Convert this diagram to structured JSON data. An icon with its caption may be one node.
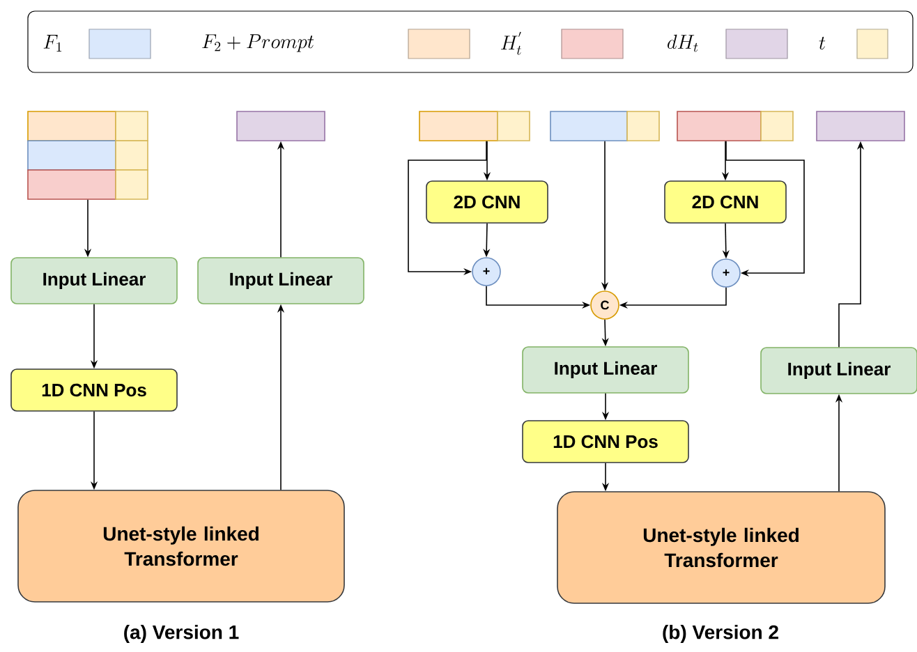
{
  "diagram": {
    "nodes": [
      {
        "text": [],
        "shape": "bar"
      },
      {
        "text": [],
        "shape": "bar"
      },
      {
        "text": [
          "Input Linear"
        ]
      },
      {
        "text": [
          "Input Linear"
        ]
      },
      {
        "text": [
          "1D CNN Pos"
        ]
      },
      {
        "text": [
          "Unet-style linked Transformer"
        ]
      },
      {
        "text": [],
        "shape": "bar"
      },
      {
        "text": [],
        "shape": "bar"
      },
      {
        "text": [],
        "shape": "bar"
      },
      {
        "text": [],
        "shape": "bar"
      },
      {
        "text": [
          "2D CNN"
        ]
      },
      {
        "text": [
          "2D CNN"
        ]
      },
      {
        "text": [
          "+"
        ]
      },
      {
        "text": [
          "+"
        ]
      },
      {
        "text": [
          "C"
        ]
      },
      {
        "text": [
          "Input Linear"
        ]
      },
      {
        "text": [
          "Input Linear"
        ]
      },
      {
        "text": [
          "1D CNN Pos"
        ]
      },
      {
        "text": [
          "Unet-style linked Transformer"
        ]
      }
    ],
    "edges": [
      {
        "from": 0,
        "to": 2,
        "arrow": "to"
      },
      {
        "from": 2,
        "to": 4,
        "arrow": "to"
      },
      {
        "from": 4,
        "to": 5,
        "arrow": "to"
      },
      {
        "from": 5,
        "to": 3,
        "arrow": "to"
      },
      {
        "from": 3,
        "to": 1,
        "arrow": "to"
      },
      {
        "from": 6,
        "to": 10,
        "arrow": "to"
      },
      {
        "from": 6,
        "to": 12,
        "arrow": "to"
      },
      {
        "from": 10,
        "to": 12,
        "arrow": "to"
      },
      {
        "from": 8,
        "to": 11,
        "arrow": "to"
      },
      {
        "from": 8,
        "to": 13,
        "arrow": "to"
      },
      {
        "from": 11,
        "to": 13,
        "arrow": "to"
      },
      {
        "from": 7,
        "to": 14,
        "arrow": "to"
      },
      {
        "from": 12,
        "to": 14,
        "arrow": "to"
      },
      {
        "from": 13,
        "to": 14,
        "arrow": "to"
      },
      {
        "from": 14,
        "to": 15,
        "arrow": "to"
      },
      {
        "from": 15,
        "to": 17,
        "arrow": "to"
      },
      {
        "from": 17,
        "to": 18,
        "arrow": "to"
      },
      {
        "from": 18,
        "to": 16,
        "arrow": "to"
      },
      {
        "from": 16,
        "to": 9,
        "arrow": "to"
      }
    ],
    "labels": [
      "(a) Version 1",
      "(b) Version 2"
    ],
    "legend": [
      {
        "text": "F_1",
        "color": "#dae8fc"
      },
      {
        "text": "F_2 + Prompt",
        "color": "#ffe6cc"
      },
      {
        "text": "H_t^{'}",
        "color": "#f8cecc"
      },
      {
        "text": "dH_t",
        "color": "#e1d5e7"
      },
      {
        "text": "t",
        "color": "#fff2cc"
      }
    ]
  }
}
